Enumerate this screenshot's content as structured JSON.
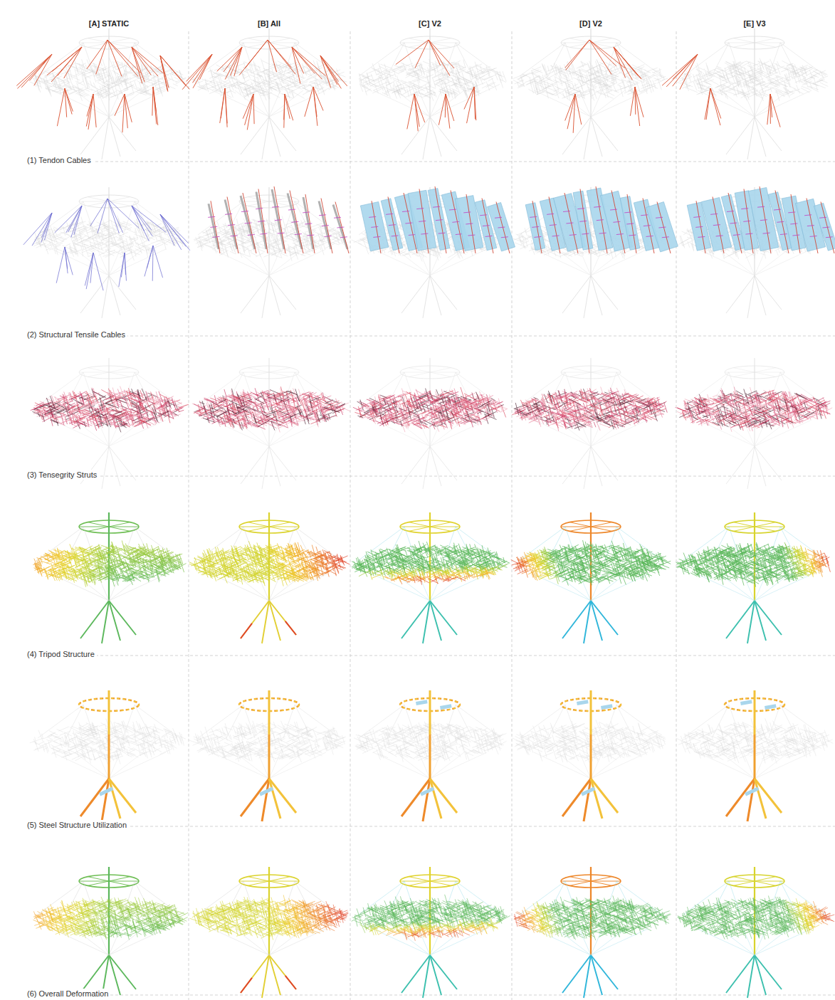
{
  "diagram": {
    "labels": [
      "[A] STATIC",
      "[B] All",
      "[C] V2",
      "[D] V2",
      "[E] V3",
      "(1) Tendon Cables",
      "(2) Structural Tensile Cables",
      "(3) Tensegrity Struts",
      "(4) Tripod Structure",
      "(5) Steel Structure Utilization",
      "(6) Overall Deformation"
    ]
  }
}
